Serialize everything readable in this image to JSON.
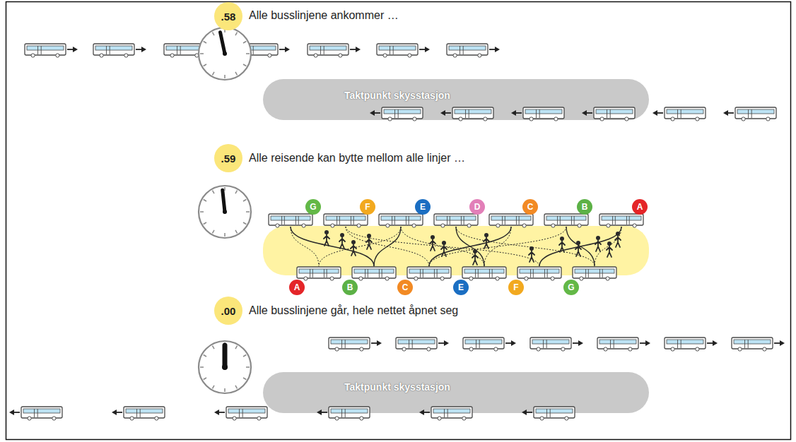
{
  "diagram": {
    "nodes": [
      {
        "text": [
          ".58"
        ]
      },
      {
        "text": [
          "Taktpunkt skysstasjon"
        ]
      },
      {
        "text": [
          ".59"
        ]
      },
      {
        "text": [
          "G"
        ]
      },
      {
        "text": [
          "F"
        ]
      },
      {
        "text": [
          "E"
        ]
      },
      {
        "text": [
          "D"
        ]
      },
      {
        "text": [
          "C"
        ]
      },
      {
        "text": [
          "B"
        ]
      },
      {
        "text": [
          "A"
        ]
      },
      {
        "text": [
          "A"
        ]
      },
      {
        "text": [
          "B"
        ]
      },
      {
        "text": [
          "C"
        ]
      },
      {
        "text": [
          "E"
        ]
      },
      {
        "text": [
          "F"
        ]
      },
      {
        "text": [
          "G"
        ]
      },
      {
        "text": [
          ".00"
        ]
      },
      {
        "text": [
          "Taktpunkt skysstasjon"
        ]
      }
    ],
    "labels": [
      "Alle busslinjene ankommer …",
      "Alle reisende kan bytte mellom alle linjer …",
      "Alle busslinjene går, hele nettet åpnet seg"
    ]
  }
}
